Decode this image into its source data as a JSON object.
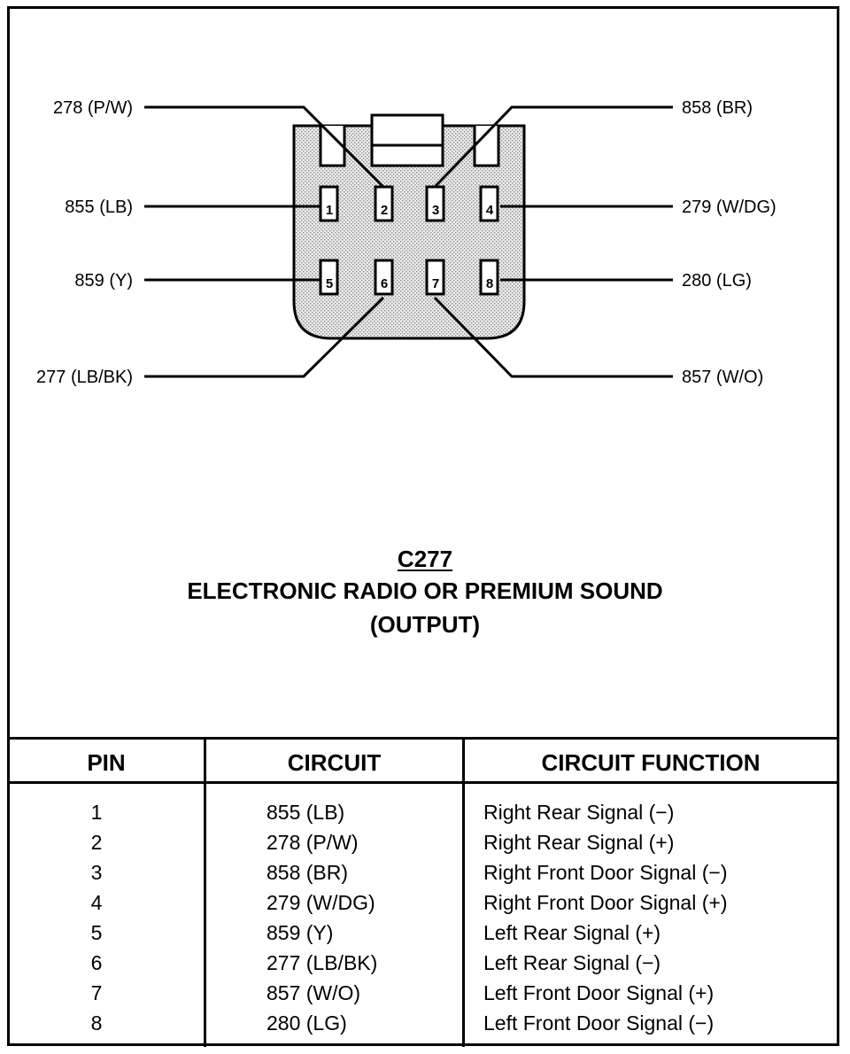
{
  "connector": {
    "code": "C277",
    "name": "ELECTRONIC RADIO OR PREMIUM SOUND",
    "subtitle": "(OUTPUT)",
    "pin_numbers": [
      "1",
      "2",
      "3",
      "4",
      "5",
      "6",
      "7",
      "8"
    ],
    "wire_labels": {
      "pin1": "855 (LB)",
      "pin2": "278 (P/W)",
      "pin3": "858 (BR)",
      "pin4": "279 (W/DG)",
      "pin5": "859 (Y)",
      "pin6": "277 (LB/BK)",
      "pin7": "857 (W/O)",
      "pin8": "280 (LG)"
    }
  },
  "table": {
    "headers": {
      "pin": "PIN",
      "circuit": "CIRCUIT",
      "function": "CIRCUIT FUNCTION"
    },
    "rows": [
      {
        "pin": "1",
        "circuit": "855 (LB)",
        "function": "Right Rear Signal (−)"
      },
      {
        "pin": "2",
        "circuit": "278 (P/W)",
        "function": "Right Rear Signal (+)"
      },
      {
        "pin": "3",
        "circuit": "858 (BR)",
        "function": "Right Front Door Signal (−)"
      },
      {
        "pin": "4",
        "circuit": "279 (W/DG)",
        "function": "Right Front Door Signal (+)"
      },
      {
        "pin": "5",
        "circuit": "859 (Y)",
        "function": "Left Rear Signal (+)"
      },
      {
        "pin": "6",
        "circuit": "277 (LB/BK)",
        "function": "Left Rear Signal (−)"
      },
      {
        "pin": "7",
        "circuit": "857 (W/O)",
        "function": "Left Front Door Signal (+)"
      },
      {
        "pin": "8",
        "circuit": "280 (LG)",
        "function": "Left Front Door Signal (−)"
      }
    ]
  }
}
